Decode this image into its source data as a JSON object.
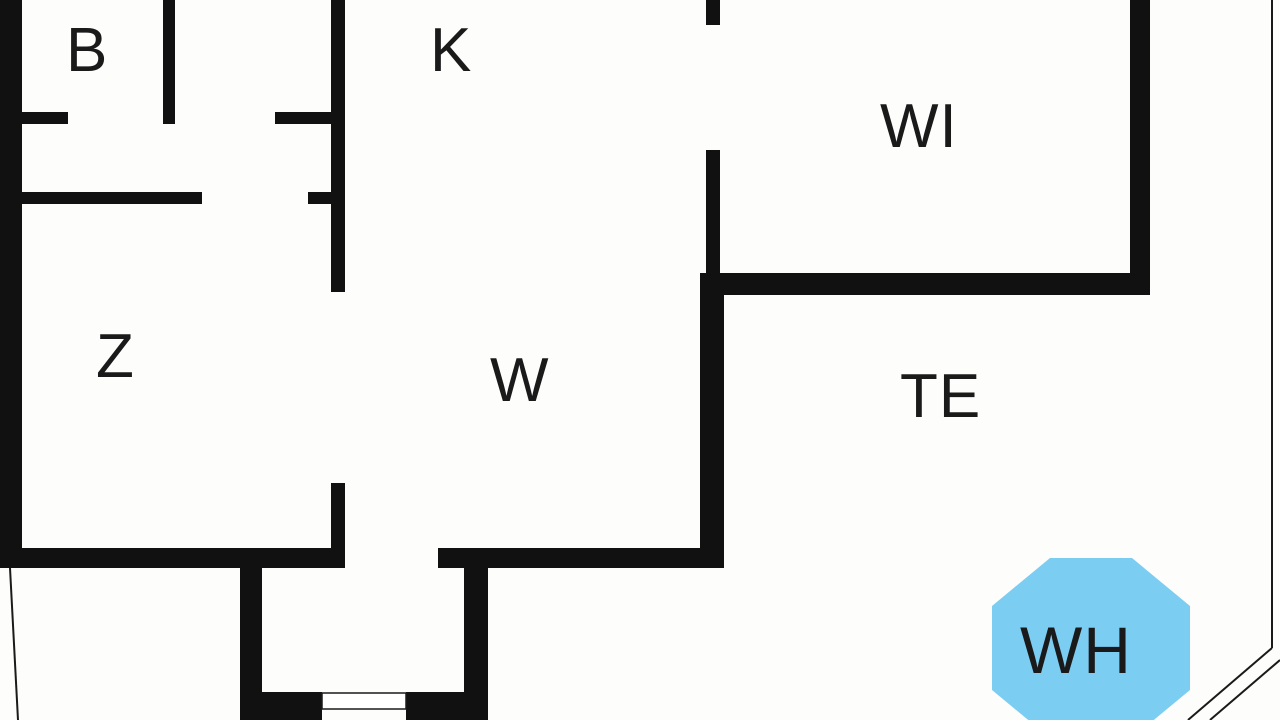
{
  "plan": {
    "rooms": {
      "b": "B",
      "k": "K",
      "wi": "WI",
      "z": "Z",
      "w": "W",
      "te": "TE"
    },
    "badge": {
      "label": "WH",
      "color": "#7ccdf2"
    },
    "colors": {
      "wall": "#111111",
      "thin_line": "#1a1a1a",
      "background": "#fdfdfb"
    }
  }
}
